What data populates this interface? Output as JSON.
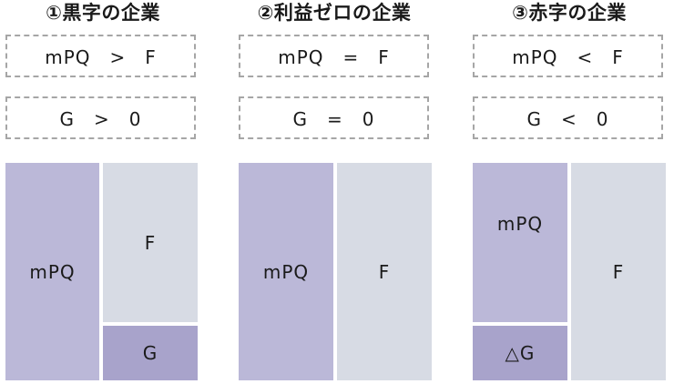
{
  "panels": [
    {
      "title": "①黒字の企業",
      "condition_1": "mPQ　>　F",
      "condition_2": "G　>　0",
      "blocks": {
        "mpq": "mPQ",
        "f": "F",
        "g": "G"
      }
    },
    {
      "title": "②利益ゼロの企業",
      "condition_1": "mPQ　=　F",
      "condition_2": "G　=　0",
      "blocks": {
        "mpq": "mPQ",
        "f": "F"
      }
    },
    {
      "title": "③赤字の企業",
      "condition_1": "mPQ　<　F",
      "condition_2": "G　<　0",
      "blocks": {
        "mpq": "mPQ",
        "f": "F",
        "g": "△G"
      }
    }
  ],
  "colors": {
    "mpq_block": "#bbb8d8",
    "f_block": "#d7dbe4",
    "g_block": "#a8a3cb",
    "dash_border": "#a6a6a6"
  }
}
